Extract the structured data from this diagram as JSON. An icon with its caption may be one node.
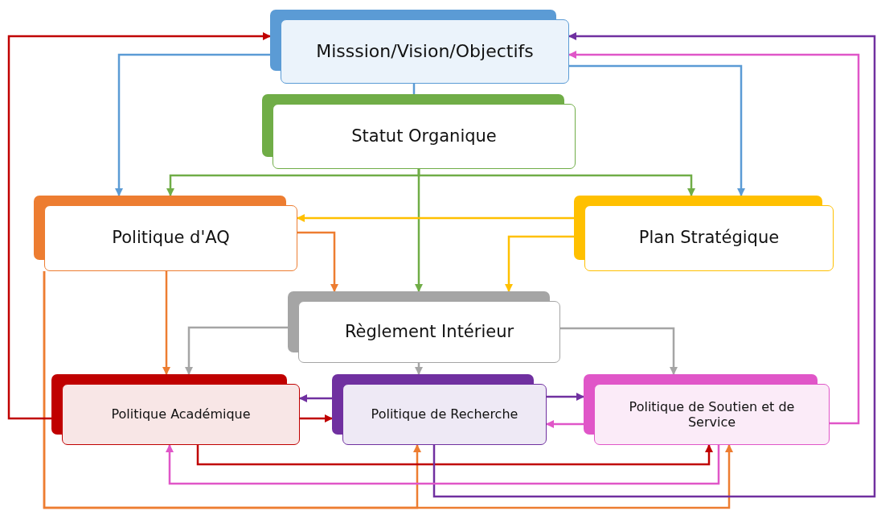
{
  "diagram": {
    "nodes": [
      {
        "text": [
          "Misssion/Vision/Objectifs"
        ]
      },
      {
        "text": [
          "Statut Organique"
        ]
      },
      {
        "text": [
          "Politique d'AQ"
        ]
      },
      {
        "text": [
          "Plan Stratégique"
        ]
      },
      {
        "text": [
          "Règlement Intérieur"
        ]
      },
      {
        "text": [
          "Politique Académique"
        ]
      },
      {
        "text": [
          "Politique de Recherche"
        ]
      },
      {
        "text": [
          "Politique de Soutien et de Service"
        ]
      }
    ],
    "edges": [
      {
        "from": 0,
        "to": 1,
        "arrow": "none",
        "color": "#5b9bd5"
      },
      {
        "from": 0,
        "to": 2,
        "arrow": "to",
        "color": "#5b9bd5"
      },
      {
        "from": 0,
        "to": 3,
        "arrow": "to",
        "color": "#5b9bd5"
      },
      {
        "from": 1,
        "to": 2,
        "arrow": "to",
        "color": "#70ad47"
      },
      {
        "from": 1,
        "to": 3,
        "arrow": "to",
        "color": "#70ad47"
      },
      {
        "from": 1,
        "to": 4,
        "arrow": "to",
        "color": "#70ad47"
      },
      {
        "from": 3,
        "to": 2,
        "arrow": "to",
        "color": "#ffc000"
      },
      {
        "from": 3,
        "to": 4,
        "arrow": "to",
        "color": "#ffc000"
      },
      {
        "from": 2,
        "to": 4,
        "arrow": "to"
      },
      {
        "from": 2,
        "to": 5,
        "arrow": "to"
      },
      {
        "from": 2,
        "to": 6,
        "arrow": "to"
      },
      {
        "from": 2,
        "to": 7,
        "arrow": "to"
      },
      {
        "from": 4,
        "to": 5,
        "arrow": "to",
        "color": "#a5a5a5"
      },
      {
        "from": 4,
        "to": 6,
        "arrow": "to",
        "color": "#a5a5a5"
      },
      {
        "from": 4,
        "to": 7,
        "arrow": "to",
        "color": "#a5a5a5"
      },
      {
        "from": 5,
        "to": 0,
        "arrow": "to",
        "color": "#c00000"
      },
      {
        "from": 5,
        "to": 6,
        "arrow": "to",
        "color": "#c00000"
      },
      {
        "from": 5,
        "to": 7,
        "arrow": "to",
        "color": "#c00000"
      },
      {
        "from": 6,
        "to": 5,
        "arrow": "to",
        "color": "#7030a0"
      },
      {
        "from": 6,
        "to": 7,
        "arrow": "to",
        "color": "#7030a0"
      },
      {
        "from": 6,
        "to": 0,
        "arrow": "to",
        "color": "#7030a0"
      },
      {
        "from": 7,
        "to": 6,
        "arrow": "to",
        "color": "#e056c8"
      },
      {
        "from": 7,
        "to": 5,
        "arrow": "to",
        "color": "#e056c8"
      },
      {
        "from": 7,
        "to": 0,
        "arrow": "to",
        "color": "#e056c8"
      }
    ]
  }
}
